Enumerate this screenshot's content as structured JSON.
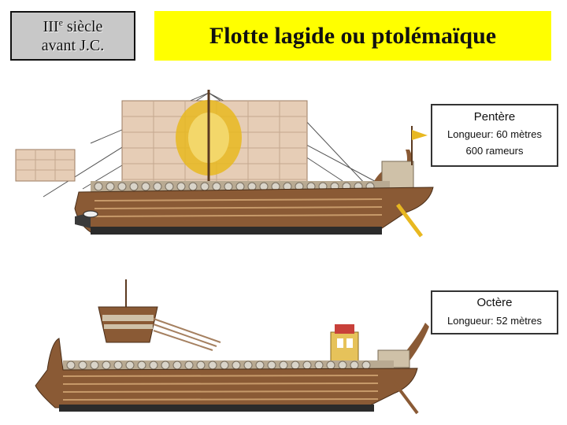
{
  "header": {
    "century_prefix": "III",
    "century_sup": "e",
    "century_suffix": " siècle",
    "era": "avant J.C.",
    "title": "Flotte lagide ou ptolémaïque"
  },
  "ships": [
    {
      "name": "Pentère",
      "length": "Longueur: 60 mètres",
      "rowers": "600 rameurs"
    },
    {
      "name": "Octère",
      "length": "Longueur: 52 mètres"
    }
  ],
  "colors": {
    "title_bg": "#ffff00",
    "date_bg": "#c8c8c8",
    "hull": "#8a5a35",
    "sail": "#e6cdb6",
    "emblem": "#e8b820"
  }
}
